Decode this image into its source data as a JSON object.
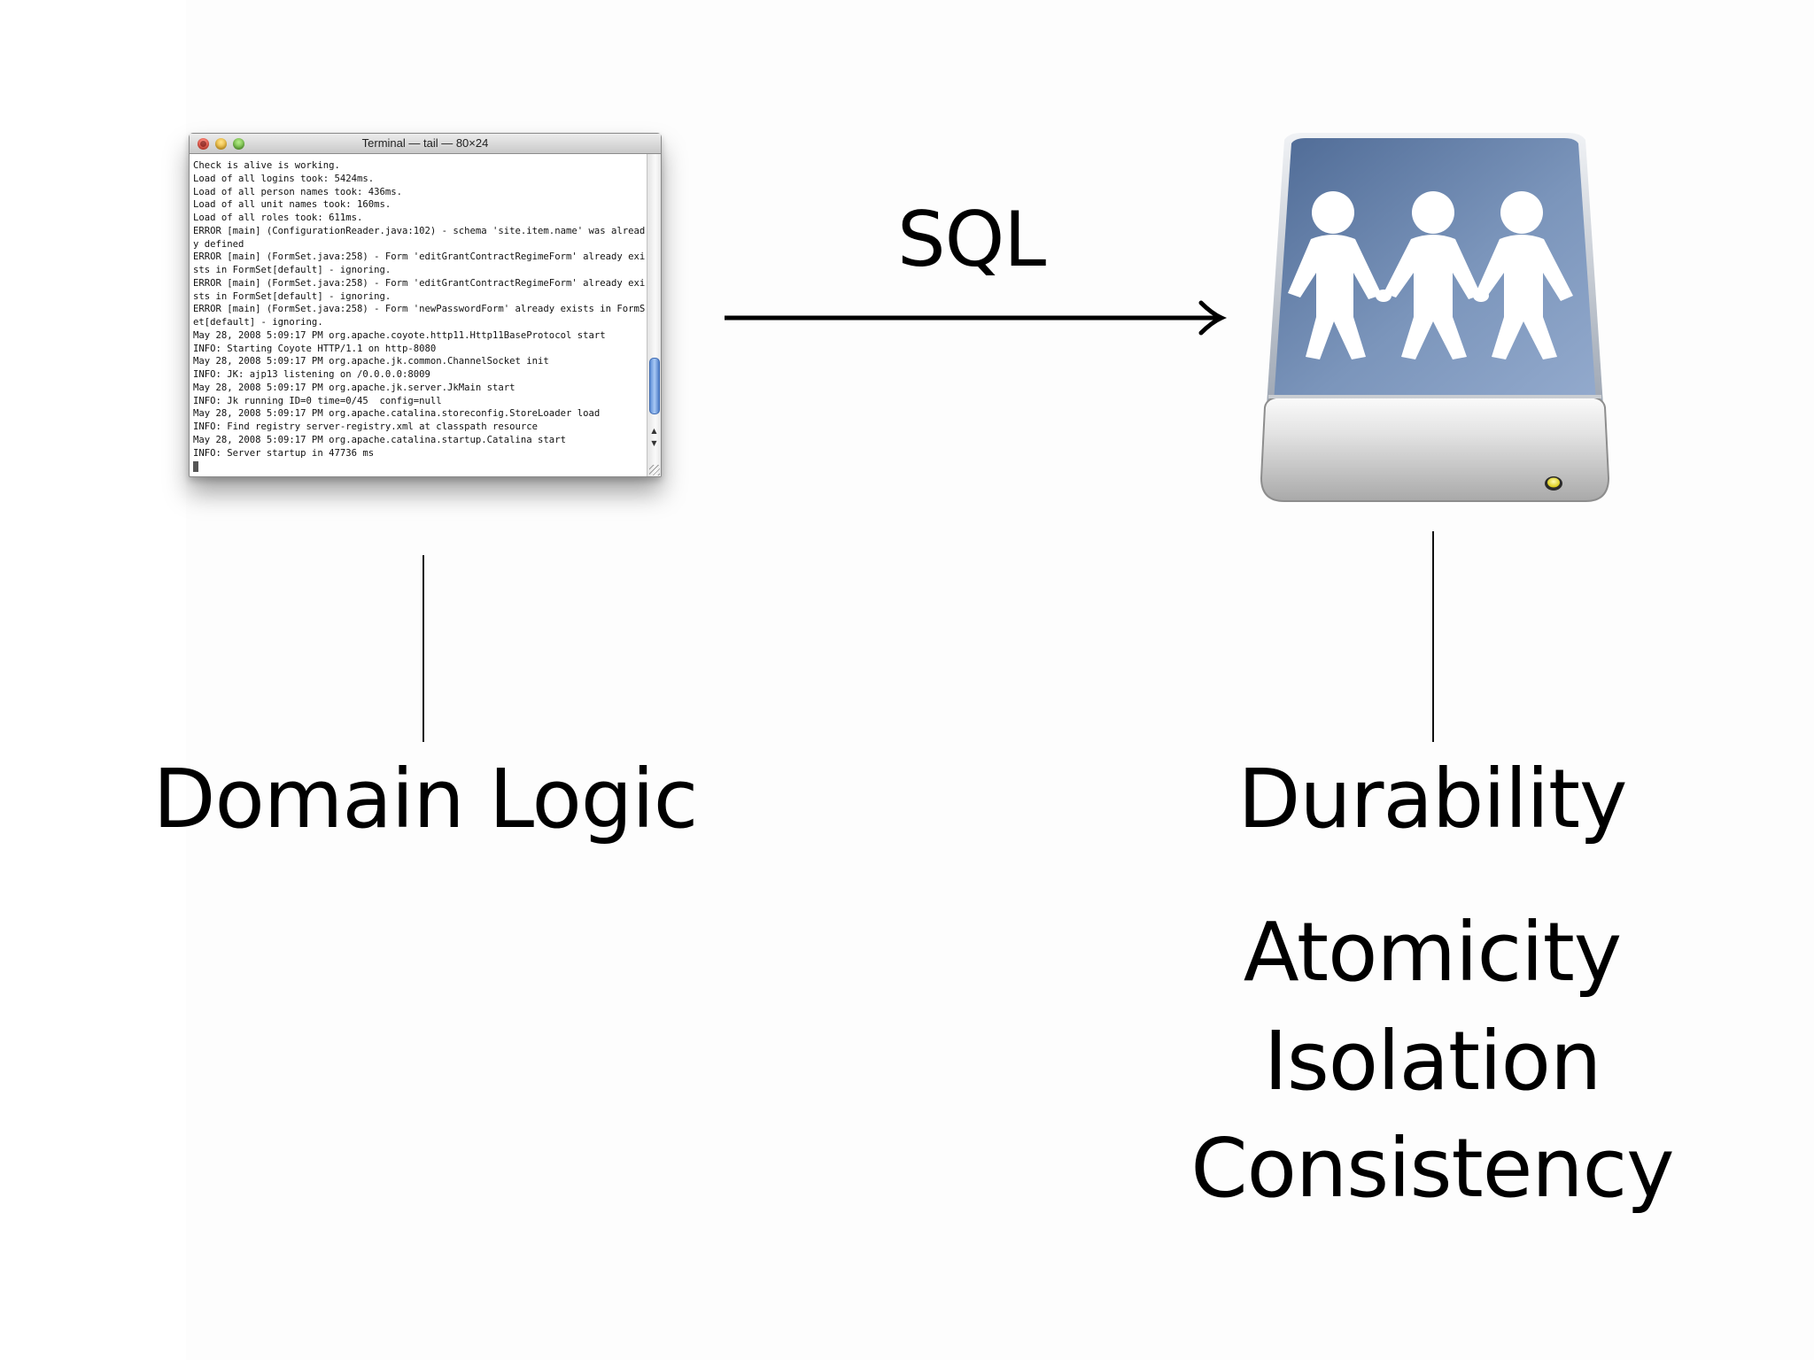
{
  "terminal": {
    "title": "Terminal — tail — 80×24",
    "lines": [
      "Check is alive is working.",
      "Load of all logins took: 5424ms.",
      "Load of all person names took: 436ms.",
      "Load of all unit names took: 160ms.",
      "Load of all roles took: 611ms.",
      "ERROR [main] (ConfigurationReader.java:102) - schema 'site.item.name' was alread",
      "y defined",
      "ERROR [main] (FormSet.java:258) - Form 'editGrantContractRegimeForm' already exi",
      "sts in FormSet[default] - ignoring.",
      "ERROR [main] (FormSet.java:258) - Form 'editGrantContractRegimeForm' already exi",
      "sts in FormSet[default] - ignoring.",
      "ERROR [main] (FormSet.java:258) - Form 'newPasswordForm' already exists in FormS",
      "et[default] - ignoring.",
      "May 28, 2008 5:09:17 PM org.apache.coyote.http11.Http11BaseProtocol start",
      "INFO: Starting Coyote HTTP/1.1 on http-8080",
      "May 28, 2008 5:09:17 PM org.apache.jk.common.ChannelSocket init",
      "INFO: JK: ajp13 listening on /0.0.0.0:8009",
      "May 28, 2008 5:09:17 PM org.apache.jk.server.JkMain start",
      "INFO: Jk running ID=0 time=0/45  config=null",
      "May 28, 2008 5:09:17 PM org.apache.catalina.storeconfig.StoreLoader load",
      "INFO: Find registry server-registry.xml at classpath resource",
      "May 28, 2008 5:09:17 PM org.apache.catalina.startup.Catalina start",
      "INFO: Server startup in 47736 ms"
    ]
  },
  "arrow": {
    "label": "SQL"
  },
  "left_label": "Domain Logic",
  "right_labels": {
    "primary": "Durability",
    "secondary": [
      "Atomicity",
      "Isolation",
      "Consistency"
    ]
  },
  "icons": {
    "terminal": "terminal-window-icon",
    "server": "shared-server-drive-icon"
  },
  "colors": {
    "server_face": "#6f88ae",
    "server_led": "#e6e02a",
    "ink": "#000000"
  }
}
